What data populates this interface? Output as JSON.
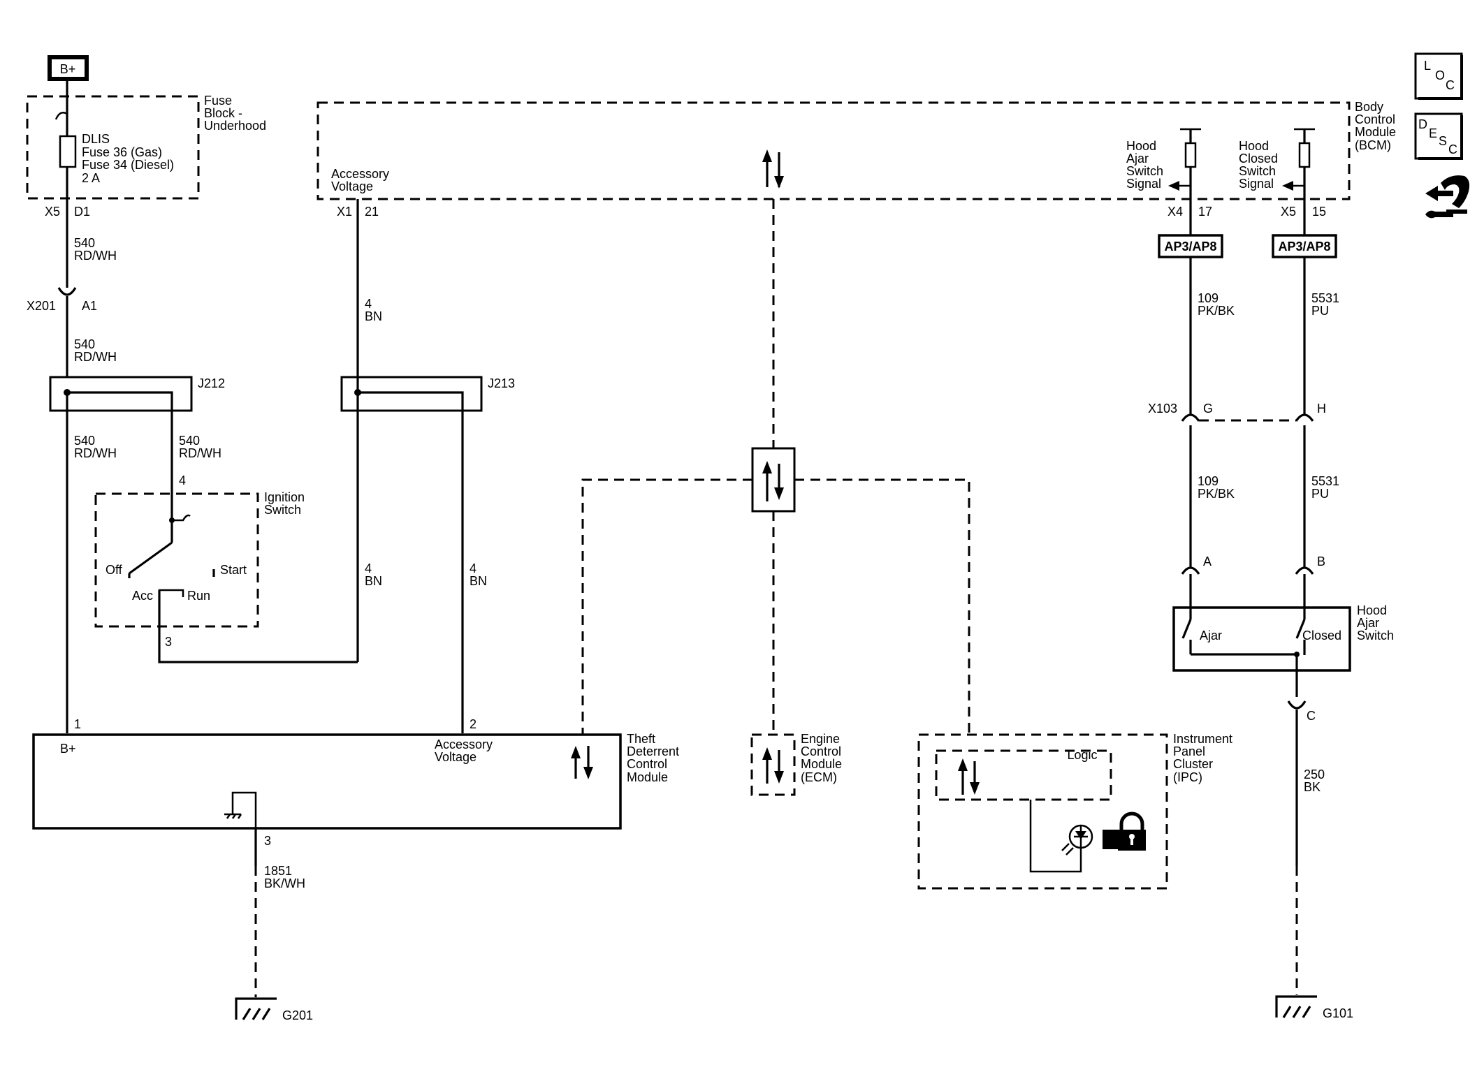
{
  "power": {
    "label": "B+"
  },
  "fuse_block": {
    "title": [
      "Fuse",
      "Block -",
      "Underhood"
    ],
    "fuse_lines": [
      "DLIS",
      "Fuse 36 (Gas)",
      "Fuse 34 (Diesel)",
      "2 A"
    ],
    "connector": "X5",
    "pin": "D1"
  },
  "bcm": {
    "title": [
      "Body",
      "Control",
      "Module",
      "(BCM)"
    ],
    "accessory_label": [
      "Accessory",
      "Voltage"
    ],
    "accessory_connector": "X1",
    "accessory_pin": "21",
    "hood_ajar_signal": [
      "Hood",
      "Ajar",
      "Switch",
      "Signal"
    ],
    "hood_closed_signal": [
      "Hood",
      "Closed",
      "Switch",
      "Signal"
    ],
    "ajar_connector": "X4",
    "ajar_pin": "17",
    "closed_connector": "X5",
    "closed_pin": "15",
    "option_ajar": "AP3/AP8",
    "option_closed": "AP3/AP8"
  },
  "wires": {
    "w540_1": [
      "540",
      "RD/WH"
    ],
    "w540_2": [
      "540",
      "RD/WH"
    ],
    "w540_3": [
      "540",
      "RD/WH"
    ],
    "w540_4": [
      "540",
      "RD/WH"
    ],
    "w4bn_1": [
      "4",
      "BN"
    ],
    "w4bn_2": [
      "4",
      "BN"
    ],
    "w4bn_3": [
      "4",
      "BN"
    ],
    "w109_1": [
      "109",
      "PK/BK"
    ],
    "w109_2": [
      "109",
      "PK/BK"
    ],
    "w5531_1": [
      "5531",
      "PU"
    ],
    "w5531_2": [
      "5531",
      "PU"
    ],
    "w1851": [
      "1851",
      "BK/WH"
    ],
    "w250": [
      "250",
      "BK"
    ]
  },
  "connectors": {
    "x201": "X201",
    "x201_pin": "A1",
    "x103": "X103",
    "x103_pin_g": "G",
    "x103_pin_h": "H",
    "switch_pin_a": "A",
    "switch_pin_b": "B",
    "switch_pin_c": "C"
  },
  "splices": {
    "j212": "J212",
    "j213": "J213"
  },
  "ignition_switch": {
    "title": [
      "Ignition",
      "Switch"
    ],
    "pin_top": "4",
    "pin_bottom": "3",
    "positions": {
      "off": "Off",
      "start": "Start",
      "acc": "Acc",
      "run": "Run"
    }
  },
  "tdcm": {
    "title": [
      "Theft",
      "Deterrent",
      "Control",
      "Module"
    ],
    "pin1": "1",
    "pin2": "2",
    "pin3": "3",
    "b_plus": "B+",
    "accessory_label": [
      "Accessory",
      "Voltage"
    ]
  },
  "ecm": {
    "title": [
      "Engine",
      "Control",
      "Module",
      "(ECM)"
    ]
  },
  "ipc": {
    "title": [
      "Instrument",
      "Panel",
      "Cluster",
      "(IPC)"
    ],
    "logic": "Logic"
  },
  "hood_switch": {
    "title": [
      "Hood",
      "Ajar",
      "Switch"
    ],
    "ajar": "Ajar",
    "closed": "Closed"
  },
  "grounds": {
    "g201": "G201",
    "g101": "G101"
  },
  "nav_icons": {
    "loc": [
      "L",
      "O",
      "C"
    ],
    "desc": [
      "D",
      "E",
      "S",
      "C"
    ]
  }
}
